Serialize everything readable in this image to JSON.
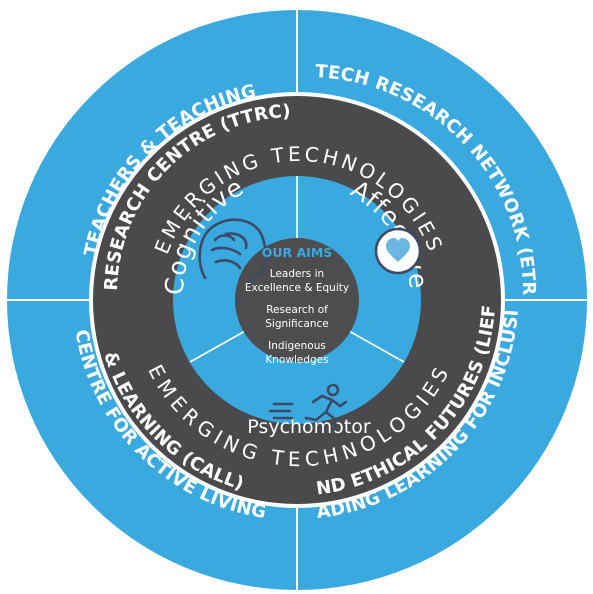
{
  "colors": {
    "blue": "#3aa9df",
    "dark_ring": "#4a4a4c",
    "center": "#4d4d4f",
    "white": "#ffffff",
    "icon_heart": "#6cb6e2"
  },
  "outer_segments": {
    "top_left": {
      "line1": "TEACHERS & TEACHING",
      "line2": "RESEARCH CENTRE (TTRC)"
    },
    "top_right": {
      "line1": "ED TECH RESEARCH NETWORK (ETRN)"
    },
    "bottom_left": {
      "line1": "CENTRE FOR ACTIVE LIVING",
      "line2": "& LEARNING (CALL)"
    },
    "bottom_right": {
      "line1": "LEADING LEARNING FOR INCLUSIVE",
      "line2": "AND ETHICAL FUTURES (LIEF)"
    }
  },
  "ring": {
    "top_label": "EMERGING TECHNOLOGIES",
    "bottom_label": "EMERGING TECHNOLOGIES"
  },
  "domains": {
    "cognitive": "Cognitive",
    "affective": "Affective",
    "psychomotor": "Psychomotor"
  },
  "icons": {
    "cognitive": "brain-head-icon",
    "affective": "heart-icon",
    "psychomotor": "running-person-icon"
  },
  "aims": {
    "title": "OUR AIMS",
    "items": [
      {
        "line1": "Leaders in",
        "line2": "Excellence & Equity"
      },
      {
        "line1": "Research of",
        "line2": "Significance"
      },
      {
        "line1": "Indigenous",
        "line2": "Knowledges"
      }
    ]
  }
}
